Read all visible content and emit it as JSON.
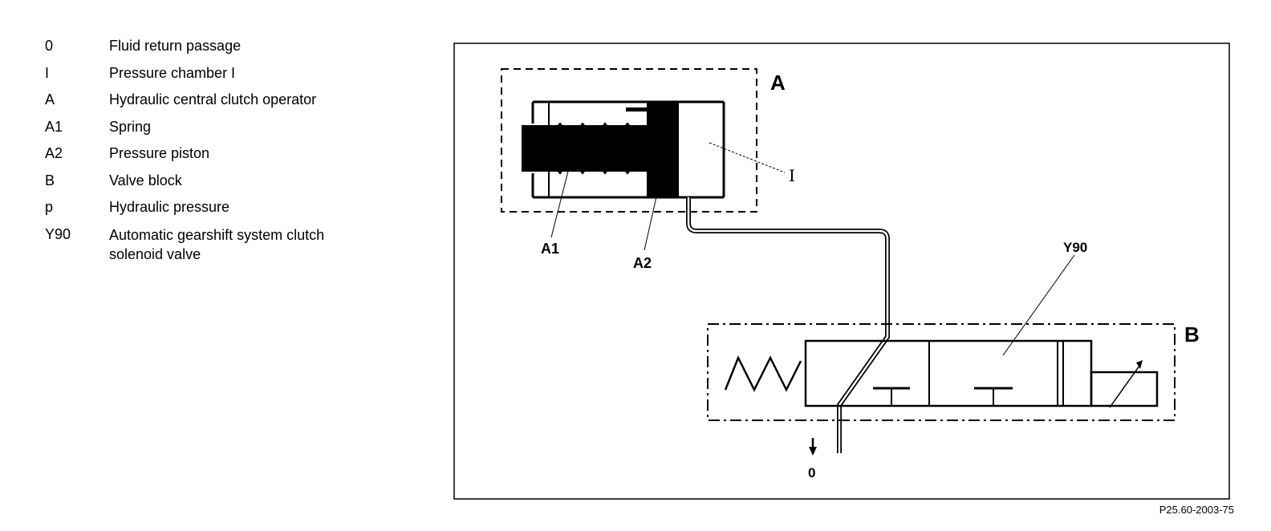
{
  "legend": [
    {
      "key": "0",
      "desc": "Fluid return passage"
    },
    {
      "key": "I",
      "desc": "Pressure chamber I"
    },
    {
      "key": "A",
      "desc": "Hydraulic central clutch operator"
    },
    {
      "key": "A1",
      "desc": "Spring"
    },
    {
      "key": "A2",
      "desc": "Pressure piston"
    },
    {
      "key": "B",
      "desc": "Valve block"
    },
    {
      "key": "p",
      "desc": "Hydraulic pressure"
    },
    {
      "key": "Y90",
      "desc": "Automatic gearshift system clutch solenoid valve"
    }
  ],
  "diagram": {
    "label_A": "A",
    "label_B": "B",
    "label_A1": "A1",
    "label_A2": "A2",
    "label_I": "I",
    "label_Y90": "Y90",
    "label_0": "0"
  },
  "reference": "P25.60-2003-75"
}
